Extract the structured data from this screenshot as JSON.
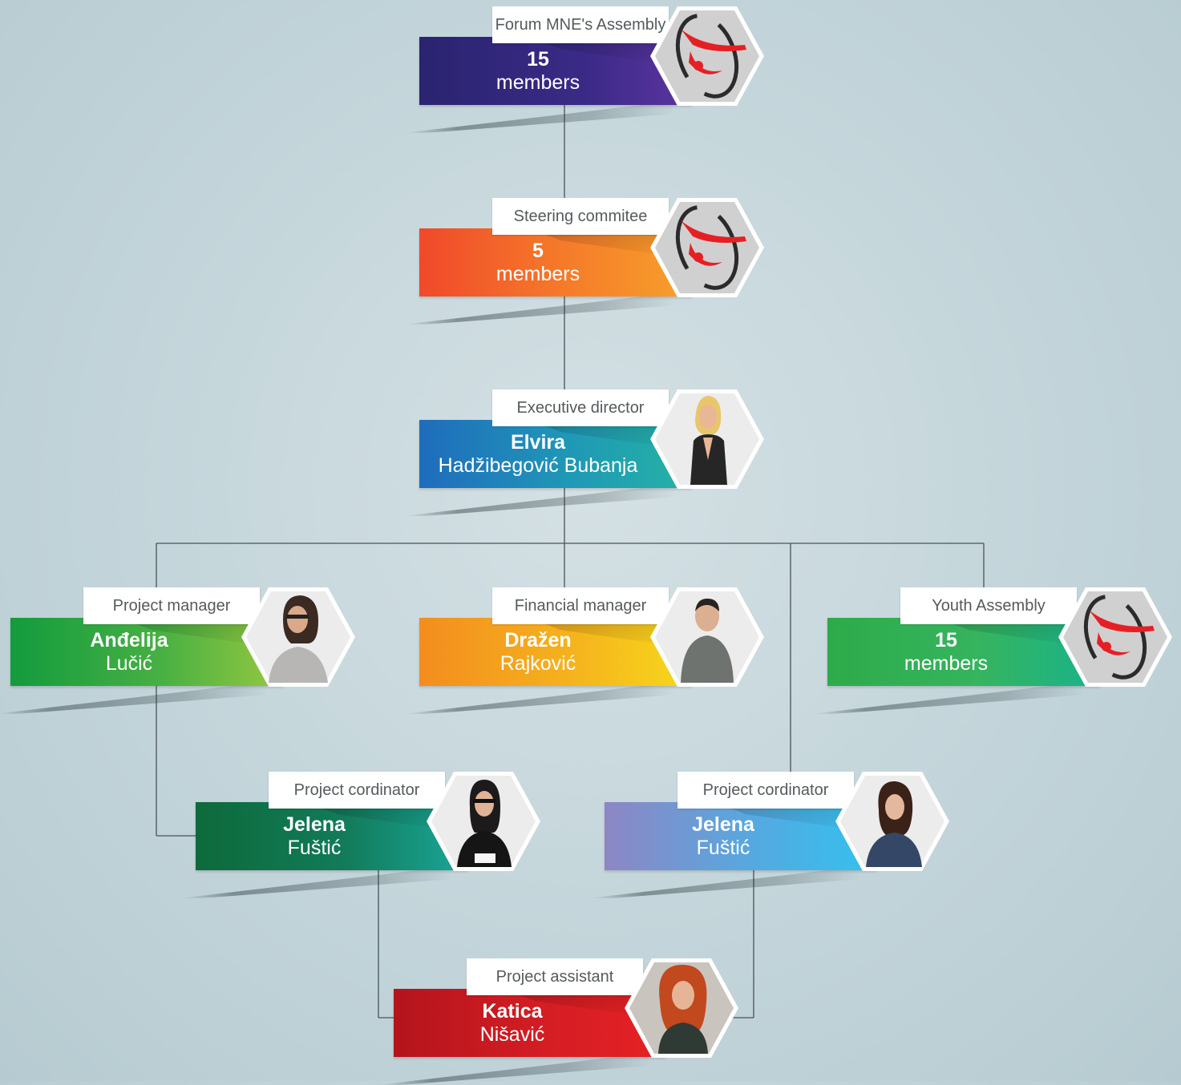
{
  "colors": {
    "connector": "#4b5256",
    "label_text": "#555a5d",
    "hex_border": "#ffffff",
    "logo_red": "#e52025",
    "logo_dark": "#2b2b2b"
  },
  "nodes": {
    "assembly": {
      "label": "Forum MNE's Assembly",
      "line1": "15",
      "line2": "members",
      "avatar": "logo-icon"
    },
    "steering": {
      "label": "Steering commitee",
      "line1": "5",
      "line2": "members",
      "avatar": "logo-icon"
    },
    "director": {
      "label": "Executive director",
      "line1": "Elvira",
      "line2": "Hadžibegović Bubanja",
      "avatar": "person-photo"
    },
    "pm": {
      "label": "Project manager",
      "line1": "Anđelija",
      "line2": "Lučić",
      "avatar": "person-photo"
    },
    "fm": {
      "label": "Financial manager",
      "line1": "Dražen",
      "line2": "Rajković",
      "avatar": "person-photo"
    },
    "youth": {
      "label": "Youth Assembly",
      "line1": "15",
      "line2": "members",
      "avatar": "logo-icon"
    },
    "coord1": {
      "label": "Project cordinator",
      "line1": "Jelena",
      "line2": "Fuštić",
      "avatar": "person-photo"
    },
    "coord2": {
      "label": "Project cordinator",
      "line1": "Jelena",
      "line2": "Fuštić",
      "avatar": "person-photo"
    },
    "assistant": {
      "label": "Project assistant",
      "line1": "Katica",
      "line2": "Nišavić",
      "avatar": "person-photo"
    }
  }
}
